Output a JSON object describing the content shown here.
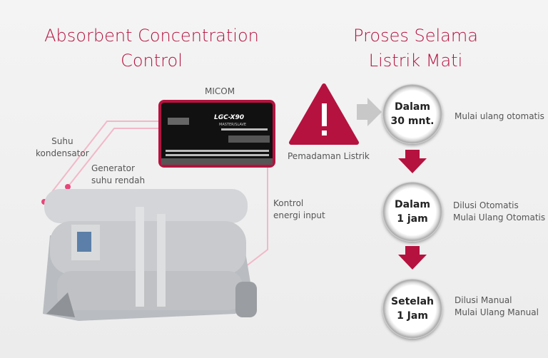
{
  "left_title": [
    "Absorbent Concentration",
    "Control"
  ],
  "right_title": [
    "Proses Selama",
    "Listrik Mati"
  ],
  "micom_label": "MICOM",
  "panel_text": {
    "brand": "LGC-X90",
    "sub": "MASTER/SLAVE"
  },
  "labels": {
    "suhu": [
      "Suhu",
      "kondensator"
    ],
    "generator": [
      "Generator",
      "suhu rendah"
    ],
    "kontrol": [
      "Kontrol",
      "energi input"
    ],
    "pemadaman": "Pemadaman Listrik"
  },
  "steps": [
    {
      "clock": [
        "Dalam",
        "30 mnt."
      ],
      "desc": [
        "Mulai ulang otomatis"
      ]
    },
    {
      "clock": [
        "Dalam",
        "1 jam"
      ],
      "desc": [
        "Dilusi Otomatis",
        "Mulai Ulang Otomatis"
      ]
    },
    {
      "clock": [
        "Setelah",
        "1 Jam"
      ],
      "desc": [
        "Dilusi Manual",
        "Mulai Ulang Manual"
      ]
    }
  ],
  "colors": {
    "accent": "#b5123f",
    "arrow_gray": "#c8c8c8"
  }
}
